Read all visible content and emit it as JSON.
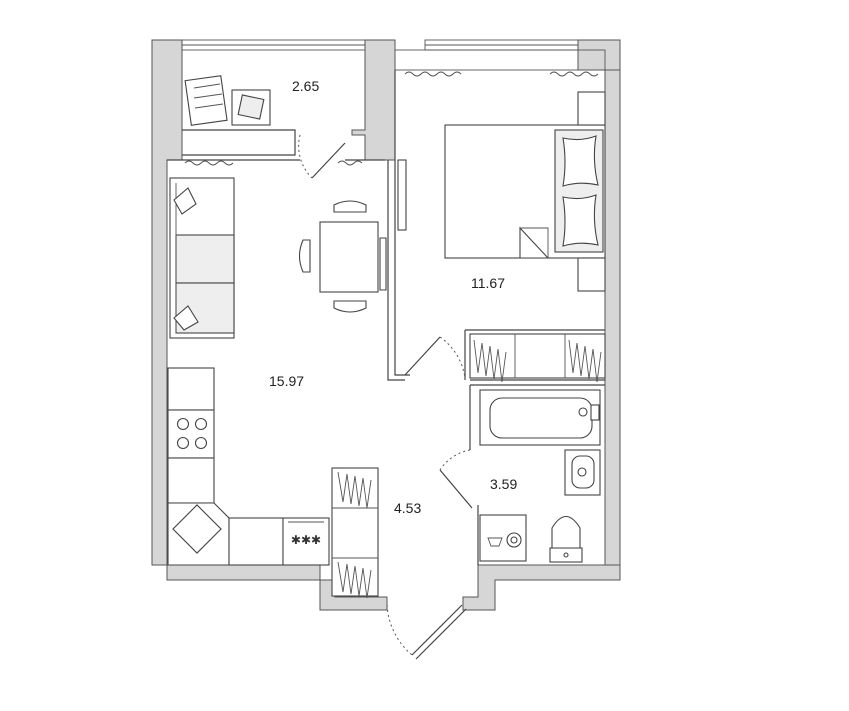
{
  "rooms": [
    {
      "name": "balcony",
      "area": "2.65"
    },
    {
      "name": "kitchen-living",
      "area": "15.97"
    },
    {
      "name": "bedroom",
      "area": "11.67"
    },
    {
      "name": "hall",
      "area": "4.53"
    },
    {
      "name": "bathroom",
      "area": "3.59"
    }
  ],
  "stove_label": "✱✱✱",
  "colors": {
    "wall_fill": "#d6d6d6",
    "line": "#444444",
    "furniture_fill": "#eeeeee"
  }
}
